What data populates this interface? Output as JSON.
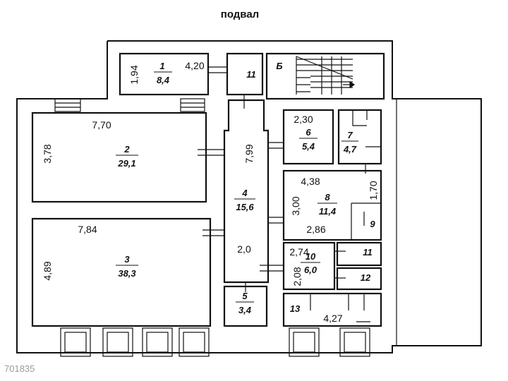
{
  "title": "подвал",
  "watermark": "701835",
  "rooms": [
    {
      "id": "r1",
      "number": "1",
      "area": "8,4"
    },
    {
      "id": "r2",
      "number": "2",
      "area": "29,1"
    },
    {
      "id": "r3",
      "number": "3",
      "area": "38,3"
    },
    {
      "id": "r4",
      "number": "4",
      "area": "15,6"
    },
    {
      "id": "r5",
      "number": "5",
      "area": "3,4"
    },
    {
      "id": "r6",
      "number": "6",
      "area": "5,4"
    },
    {
      "id": "r7",
      "number": "7",
      "area": "4,7"
    },
    {
      "id": "r8",
      "number": "8",
      "area": "11,4"
    },
    {
      "id": "r10",
      "number": "10",
      "area": "6,0"
    }
  ],
  "labels": {
    "r9": "9",
    "r11a": "11",
    "r11b": "11",
    "r12": "12",
    "r13": "13",
    "stair": "Б"
  },
  "dims": {
    "d1_h": "1,94",
    "d1_w": "4,20",
    "d2_w": "7,70",
    "d2_h": "3,78",
    "d3_w": "7,84",
    "d3_h": "4,89",
    "d4_h": "7,99",
    "d4_w": "2,0",
    "d6_w": "2,30",
    "d8_w": "4,38",
    "d8_h": "3,00",
    "d8_w2": "2,86",
    "d9_h": "1,70",
    "d10_w": "2,74",
    "d10_h": "2,08",
    "d13_w": "4,27"
  }
}
